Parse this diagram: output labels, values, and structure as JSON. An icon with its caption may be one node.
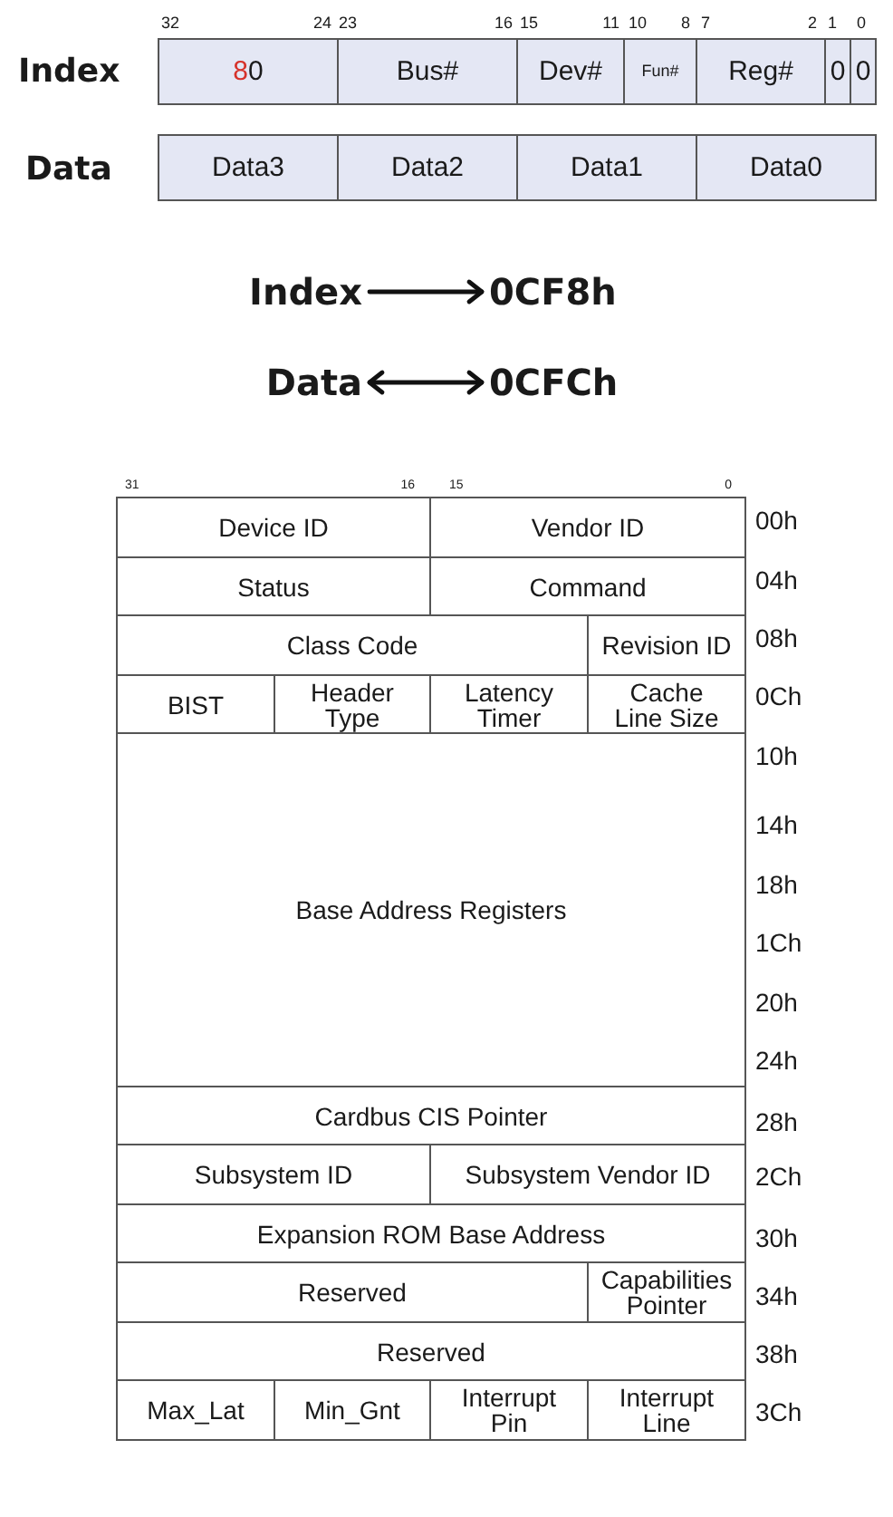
{
  "diagram": {
    "nodes": [
      {
        "text": [
          "80"
        ]
      },
      {
        "text": [
          "Bus#"
        ]
      },
      {
        "text": [
          "Dev#"
        ]
      },
      {
        "text": [
          "Fun#"
        ]
      },
      {
        "text": [
          "Reg#"
        ]
      },
      {
        "text": [
          "0"
        ]
      },
      {
        "text": [
          "0"
        ]
      },
      {
        "text": [
          "Data3"
        ]
      },
      {
        "text": [
          "Data2"
        ]
      },
      {
        "text": [
          "Data1"
        ]
      },
      {
        "text": [
          "Data0"
        ]
      },
      {
        "text": [
          "Index"
        ]
      },
      {
        "text": [
          "0CF8h"
        ]
      },
      {
        "text": [
          "Data"
        ]
      },
      {
        "text": [
          "0CFCh"
        ]
      },
      {
        "text": [
          "Device ID"
        ]
      },
      {
        "text": [
          "Vendor ID"
        ]
      },
      {
        "text": [
          "Status"
        ]
      },
      {
        "text": [
          "Command"
        ]
      },
      {
        "text": [
          "Class Code"
        ]
      },
      {
        "text": [
          "Revision ID"
        ]
      },
      {
        "text": [
          "BIST"
        ]
      },
      {
        "text": [
          "Header Type"
        ]
      },
      {
        "text": [
          "Latency Timer"
        ]
      },
      {
        "text": [
          "Cache Line Size"
        ]
      },
      {
        "text": [
          "Base Address Registers"
        ]
      },
      {
        "text": [
          "Cardbus CIS Pointer"
        ]
      },
      {
        "text": [
          "Subsystem ID"
        ]
      },
      {
        "text": [
          "Subsystem Vendor ID"
        ]
      },
      {
        "text": [
          "Expansion ROM Base Address"
        ]
      },
      {
        "text": [
          "Reserved"
        ]
      },
      {
        "text": [
          "Capabilities Pointer"
        ]
      },
      {
        "text": [
          "Reserved"
        ]
      },
      {
        "text": [
          "Max_Lat"
        ]
      },
      {
        "text": [
          "Min_Gnt"
        ]
      },
      {
        "text": [
          "Interrupt Pin"
        ]
      },
      {
        "text": [
          "Interrupt Line"
        ]
      }
    ],
    "edges": [
      {
        "from": 11,
        "to": 12,
        "arrow": "to"
      },
      {
        "from": 13,
        "to": 14,
        "arrow": "both"
      }
    ],
    "labels": [
      "32",
      "24",
      "23",
      "16",
      "15",
      "11",
      "10",
      "8",
      "7",
      "2",
      "1",
      "0",
      "Index",
      "Data",
      "31",
      "16",
      "15",
      "0",
      "00h",
      "04h",
      "08h",
      "0Ch",
      "10h",
      "14h",
      "18h",
      "1Ch",
      "20h",
      "24h",
      "28h",
      "2Ch",
      "30h",
      "34h",
      "38h",
      "3Ch"
    ]
  }
}
